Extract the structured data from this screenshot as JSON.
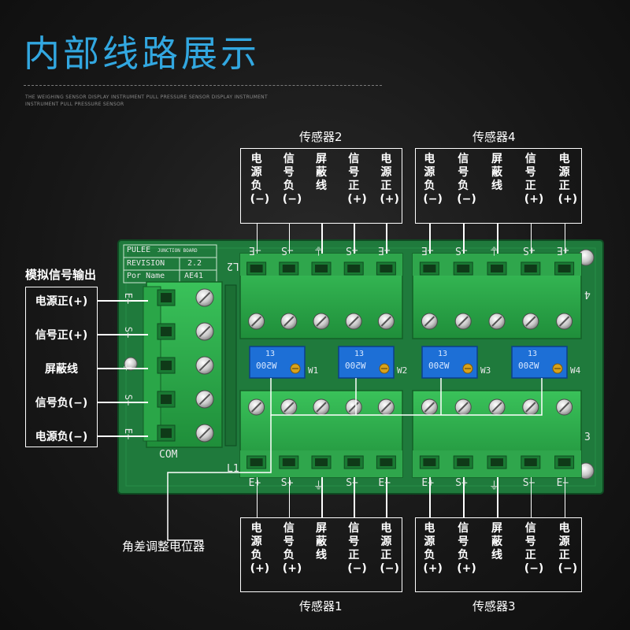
{
  "title": "内部线路展示",
  "subtitle_lines": [
    "THE WEIGHING SENSOR DISPLAY INSTRUMENT PULL PRESSURE SENSOR DISPLAY INSTRUMENT",
    "INSTRUMENT PULL PRESSURE SENSOR"
  ],
  "sensors": {
    "s2": {
      "name": "传感器2",
      "pins": [
        "电源负(−)",
        "信号负(−)",
        "屏蔽线",
        "信号正(+)",
        "电源正(+)"
      ],
      "terms": [
        "−E",
        "−S",
        "⏚",
        "+S",
        "+E"
      ]
    },
    "s4": {
      "name": "传感器4",
      "pins": [
        "电源负(−)",
        "信号负(−)",
        "屏蔽线",
        "信号正(+)",
        "电源正(+)"
      ],
      "terms": [
        "−E",
        "−S",
        "⏚",
        "+S",
        "+E"
      ]
    },
    "s1": {
      "name": "传感器1",
      "pins": [
        "电源负(+)",
        "信号负(+)",
        "屏蔽线",
        "信号正(−)",
        "电源正(−)"
      ],
      "terms": [
        "E+",
        "S+",
        "⏚",
        "S−",
        "E−"
      ]
    },
    "s3": {
      "name": "传感器3",
      "pins": [
        "电源负(+)",
        "信号负(+)",
        "屏蔽线",
        "信号正(−)",
        "电源正(−)"
      ],
      "terms": [
        "E+",
        "S+",
        "⏚",
        "S−",
        "E−"
      ]
    }
  },
  "output": {
    "title": "模拟信号输出",
    "pins": [
      "电源正(+)",
      "信号正(+)",
      "屏蔽线",
      "信号负(−)",
      "电源负(−)"
    ],
    "terms": [
      "E+",
      "S+",
      "⏚",
      "S−",
      "E−"
    ]
  },
  "pot_label": "角差调整电位器",
  "board": {
    "brand": "PULEE",
    "brand_small": "JUNCTION BOARD",
    "revision_label": "REVISION",
    "revision_value": "2.2",
    "pn_label": "Por Name",
    "pn_value": "AE41",
    "com": "COM",
    "l1": "L1",
    "l2": "L2",
    "n3": "3",
    "n4": "4",
    "pots": [
      {
        "code": "13",
        "value": "W500",
        "label": "W1"
      },
      {
        "code": "13",
        "value": "W500",
        "label": "W2"
      },
      {
        "code": "13",
        "value": "W500",
        "label": "W3"
      },
      {
        "code": "13",
        "value": "W500",
        "label": "W4"
      }
    ]
  },
  "colors": {
    "title": "#32a7e0",
    "pcb": "#1e7a3a",
    "terminal": "#2fb34a",
    "pot": "#1d6fd6"
  }
}
